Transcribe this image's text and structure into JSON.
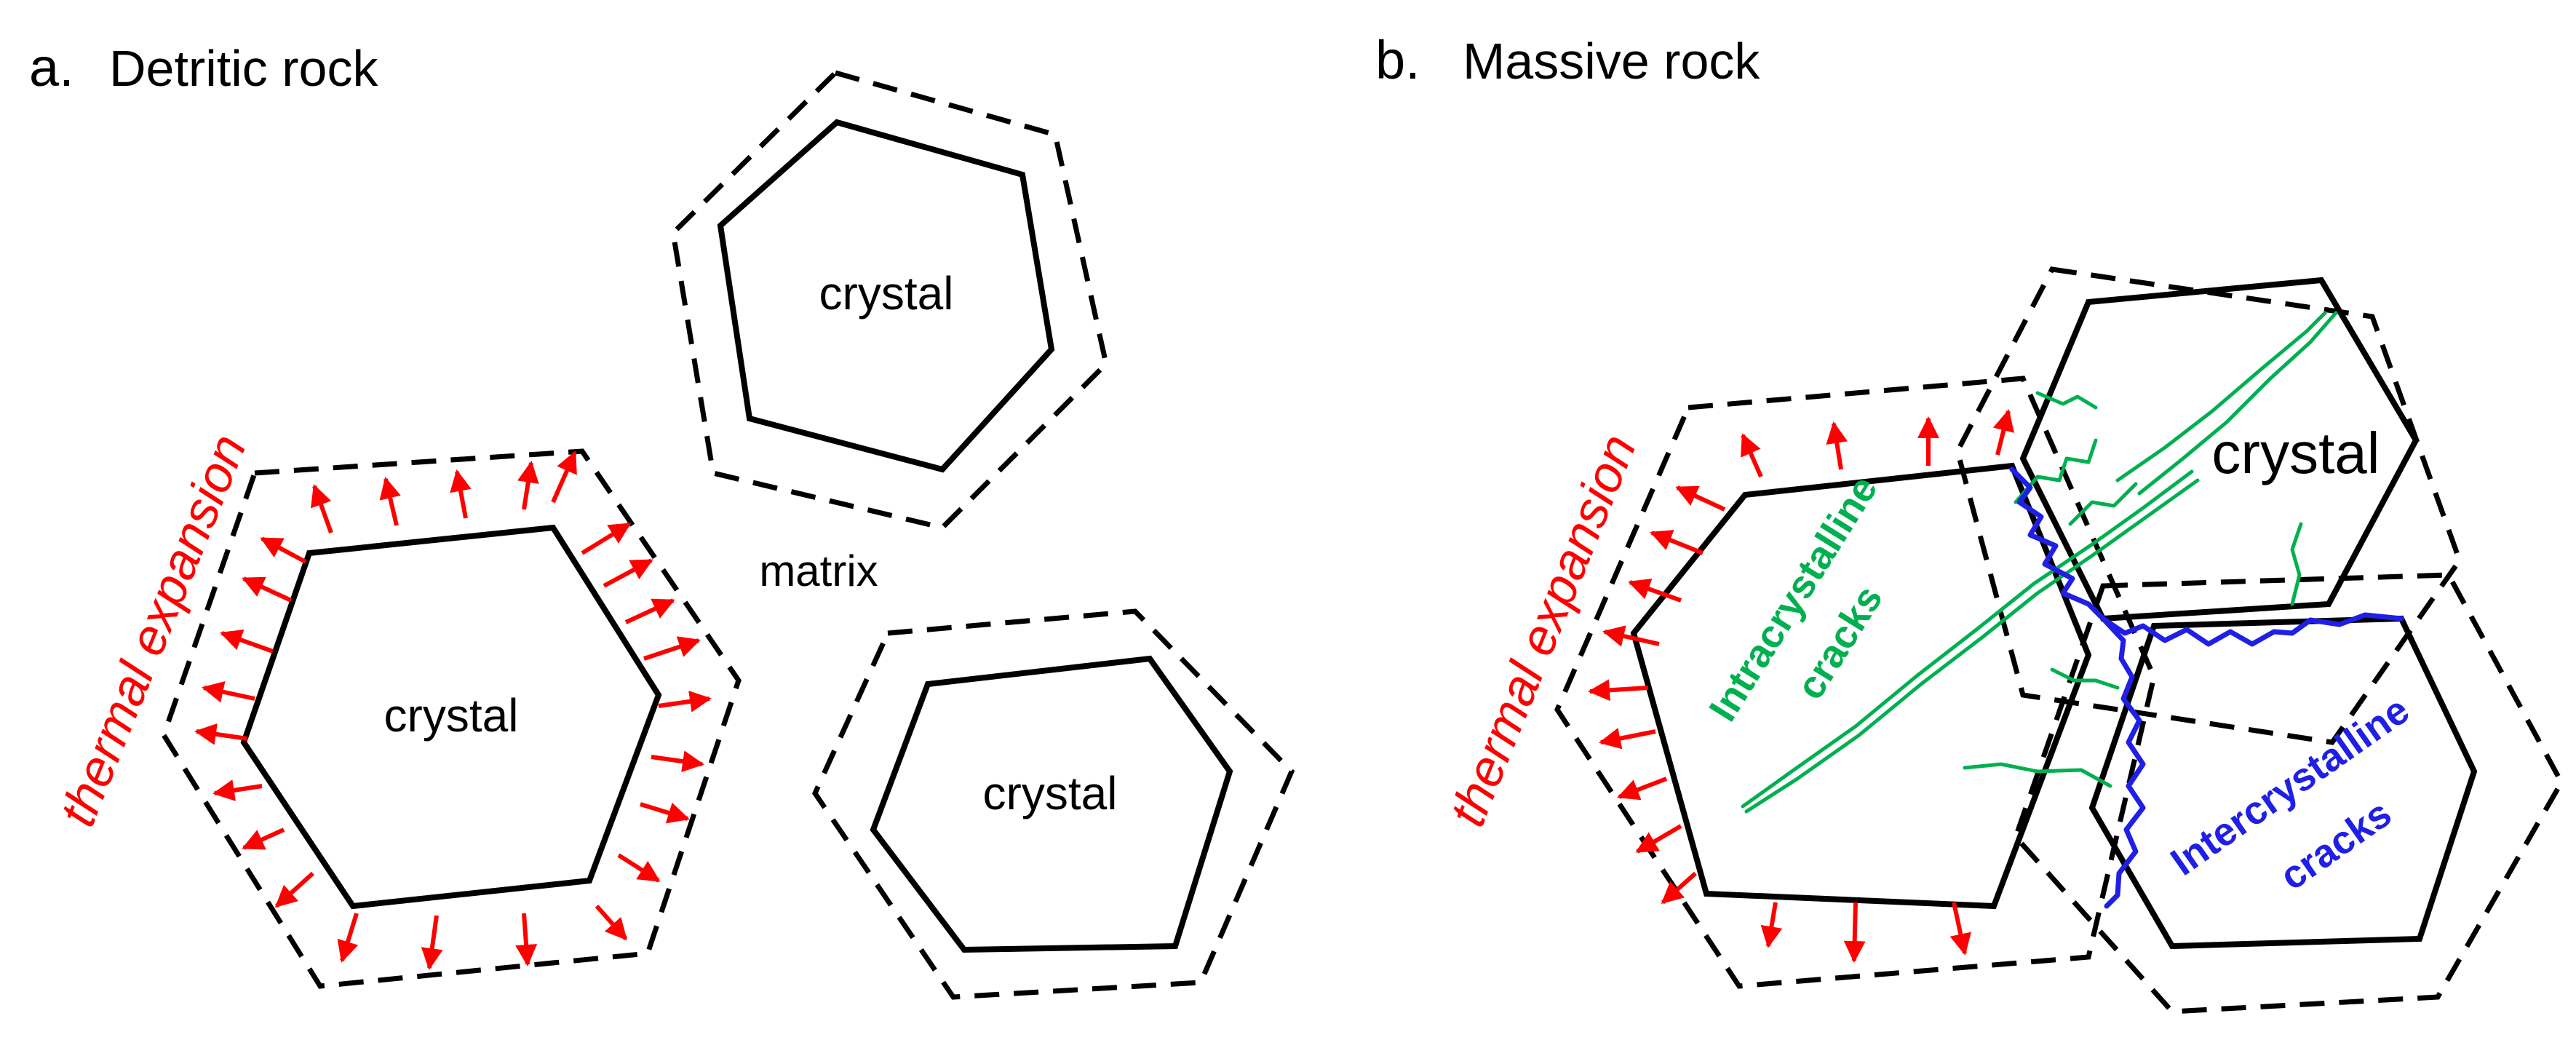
{
  "panel_a": {
    "letter": "a.",
    "title": "Detritic rock",
    "crystal_labels": [
      "crystal",
      "crystal",
      "crystal"
    ],
    "matrix_label": "matrix",
    "side_label": "thermal expansion"
  },
  "panel_b": {
    "letter": "b.",
    "title": "Massive rock",
    "crystal_label": "crystal",
    "intra_line1": "Intracrystalline",
    "intra_line2": "cracks",
    "inter_line1": "Intercrystalline",
    "inter_line2": "cracks",
    "side_label": "thermal expansion"
  },
  "colors": {
    "outline": "#000000",
    "arrows": "#ff0000",
    "intracrystalline_cracks": "#00b050",
    "intercrystalline_cracks": "#1f1fe6"
  }
}
